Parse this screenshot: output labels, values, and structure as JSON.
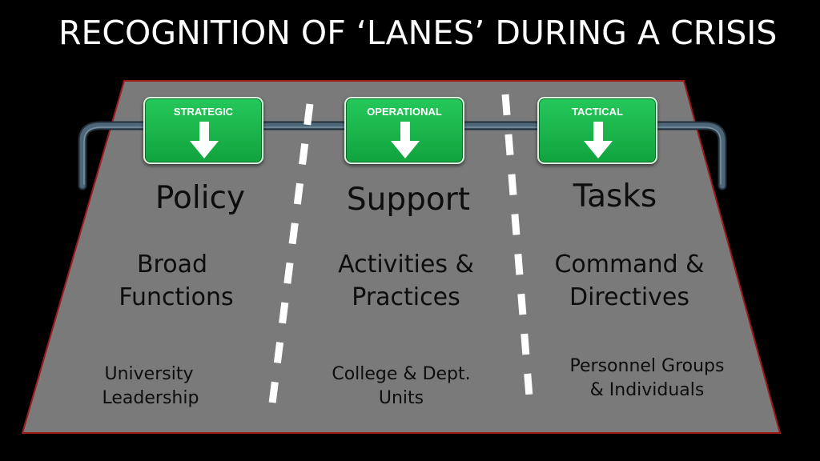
{
  "title": "RECOGNITION OF ‘LANES’ DURING A CRISIS",
  "colors": {
    "background": "#000000",
    "road": "#7a7a7a",
    "road_edge": "#a01818",
    "sign_green": "#16b04a",
    "lane_marking": "#ffffff",
    "guardrail": "#3f5566"
  },
  "lanes": [
    {
      "sign_label": "STRATEGIC",
      "sign_icon": "arrow-down-icon",
      "title": "Policy",
      "subtitle_line1": "Broad",
      "subtitle_line2": "Functions",
      "group_line1": "University",
      "group_line2": "Leadership"
    },
    {
      "sign_label": "OPERATIONAL",
      "sign_icon": "arrow-down-icon",
      "title": "Support",
      "subtitle_line1": "Activities &",
      "subtitle_line2": "Practices",
      "group_line1": "College & Dept.",
      "group_line2": "Units"
    },
    {
      "sign_label": "TACTICAL",
      "sign_icon": "arrow-down-icon",
      "title": "Tasks",
      "subtitle_line1": "Command &",
      "subtitle_line2": "Directives",
      "group_line1": "Personnel Groups",
      "group_line2": "& Individuals"
    }
  ]
}
